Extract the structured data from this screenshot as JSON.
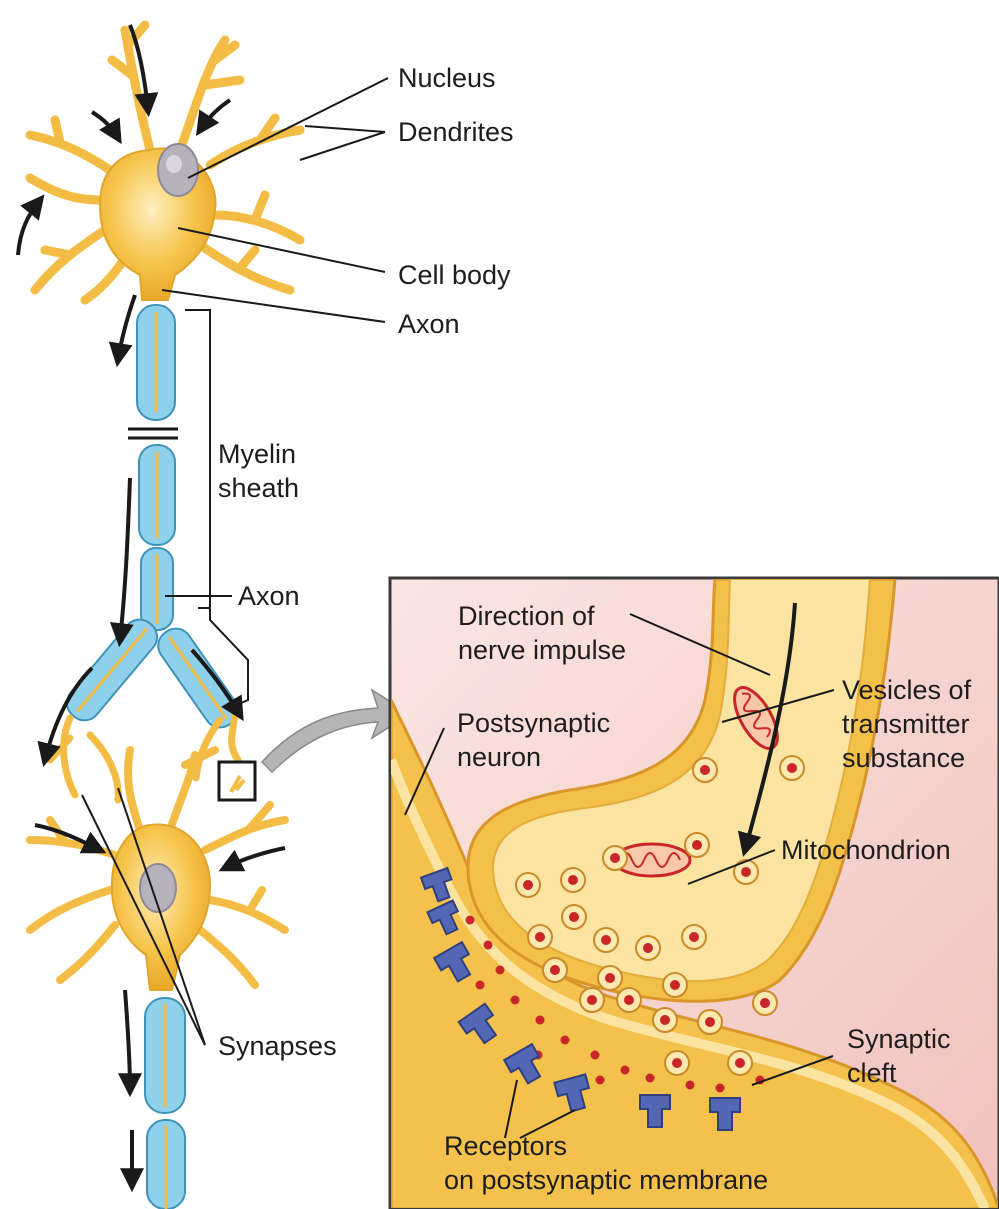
{
  "labels": {
    "nucleus": "Nucleus",
    "dendrites": "Dendrites",
    "cell_body": "Cell body",
    "axon_top": "Axon",
    "myelin_1": "Myelin",
    "myelin_2": "sheath",
    "axon_mid": "Axon",
    "synapses": "Synapses",
    "direction_1": "Direction of",
    "direction_2": "nerve impulse",
    "postsynaptic_1": "Postsynaptic",
    "postsynaptic_2": "neuron",
    "mitochondrion": "Mitochondrion",
    "vesicles_1": "Vesicles of",
    "vesicles_2": "transmitter",
    "vesicles_3": "substance",
    "cleft_1": "Synaptic",
    "cleft_2": "cleft",
    "receptors_1": "Receptors",
    "receptors_2": "on postsynaptic membrane"
  },
  "colors": {
    "neuron_fill": "#f5c24a",
    "neuron_light": "#fbe29a",
    "neuron_edge": "#d99a22",
    "myelin_fill": "#8fd0ea",
    "myelin_edge": "#3f93bb",
    "nucleus": "#b8b4bd",
    "inset_bg": "#f6d6d2",
    "inset_border": "#444444",
    "vesicle": "#c9262a",
    "receptor": "#5467b4",
    "arrow": "#1a1a1a",
    "callout": "#aaaaaa"
  }
}
